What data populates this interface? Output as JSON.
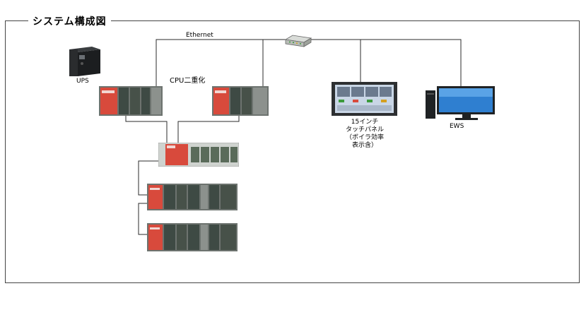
{
  "title": "システム構成図",
  "labels": {
    "ethernet": "Ethernet",
    "ups": "UPS",
    "cpu_redundant": "CPU二重化",
    "touch_panel": [
      "15インチ",
      "タッチパネル",
      "（ボイラ効率",
      "表示含）"
    ],
    "ews": "EWS"
  },
  "colors": {
    "plc_red": "#d84a3c",
    "plc_dark": "#3e4a44",
    "module_grey": "#8c918d",
    "line": "#2b2b2b"
  }
}
